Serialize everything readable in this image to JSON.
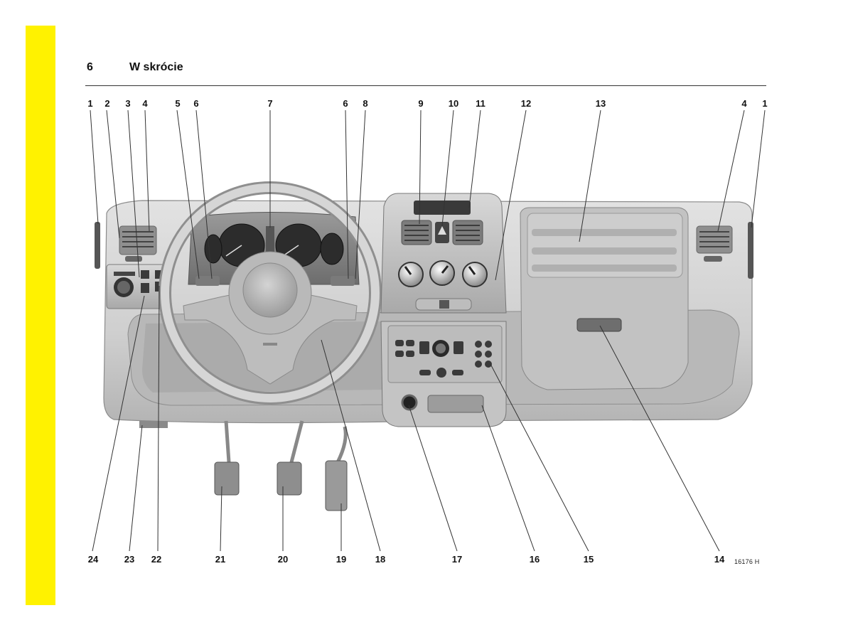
{
  "page": {
    "number": "6",
    "section_title": "W skrócie",
    "accent_color": "#FFF200",
    "figure_code": "16176 H"
  },
  "callouts": {
    "top": [
      "1",
      "2",
      "3",
      "4",
      "5",
      "6",
      "7",
      "6",
      "8",
      "9",
      "10",
      "11",
      "12",
      "13",
      "4",
      "1"
    ],
    "bottom": [
      "24",
      "23",
      "22",
      "21",
      "20",
      "19",
      "18",
      "17",
      "16",
      "15",
      "14"
    ]
  }
}
